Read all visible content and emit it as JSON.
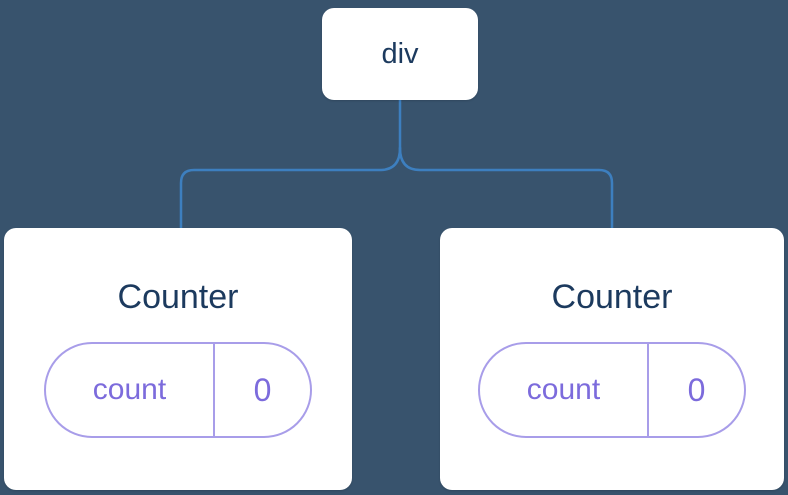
{
  "diagram": {
    "type": "component-tree",
    "root": {
      "label": "div"
    },
    "children": [
      {
        "title": "Counter",
        "state_key": "count",
        "state_value": "0"
      },
      {
        "title": "Counter",
        "state_key": "count",
        "state_value": "0"
      }
    ]
  },
  "colors": {
    "background": "#38536d",
    "connector": "#3d7fbf",
    "node_background": "#ffffff",
    "node_text": "#1c3a5e",
    "pill_border": "#a89de9",
    "pill_text": "#7c6bdc"
  }
}
